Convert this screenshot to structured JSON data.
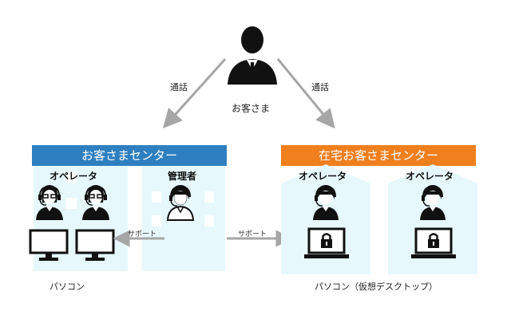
{
  "customer": {
    "label": "お客さま"
  },
  "calls": {
    "left_label": "通話",
    "right_label": "通話"
  },
  "center": {
    "title": "お客さまセンター",
    "operators_label": "オペレータ",
    "manager_label": "管理者",
    "support_label": "サポート",
    "device_label": "パソコン"
  },
  "remote": {
    "title": "在宅お客さまセンター",
    "operator_label_1": "オペレータ",
    "operator_label_2": "オペレータ",
    "support_label": "サポート",
    "device_label": "パソコン（仮想デスクトップ）"
  },
  "colors": {
    "center_banner": "#2e7fc0",
    "remote_banner": "#f07f1e",
    "building_fill": "#e6f8fc",
    "arrow": "#a6a6a6",
    "person": "#111111"
  }
}
